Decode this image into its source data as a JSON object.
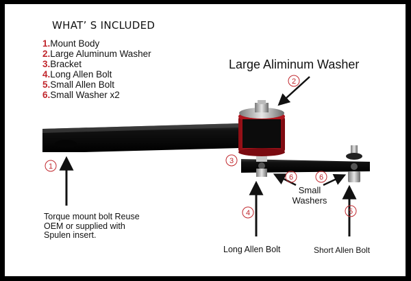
{
  "included": {
    "title": "WHAT’ S INCLUDED",
    "items": [
      {
        "num": "1.",
        "label": "Mount Body"
      },
      {
        "num": "2.",
        "label": "Large Aluminum Washer"
      },
      {
        "num": "3.",
        "label": "Bracket"
      },
      {
        "num": "4.",
        "label": "Long Allen Bolt"
      },
      {
        "num": "5.",
        "label": "Small Allen Bolt"
      },
      {
        "num": "6.",
        "label": "Small Washer x2"
      }
    ]
  },
  "callouts": {
    "c1": "1",
    "c2": "2",
    "c3": "3",
    "c4": "4",
    "c5": "5",
    "c6a": "6",
    "c6b": "6"
  },
  "labels": {
    "large_washer": "Large Aliminum Washer",
    "torque_note": "Torque mount bolt Reuse OEM or supplied with Spulen insert.",
    "small_washers": "Small Washers",
    "long_bolt": "Long Allen Bolt",
    "short_bolt": "Short Allen Bolt"
  },
  "colors": {
    "accent_red": "#c0262c",
    "part_black": "#0d0d0d",
    "anodized_red": "#d11a24"
  }
}
